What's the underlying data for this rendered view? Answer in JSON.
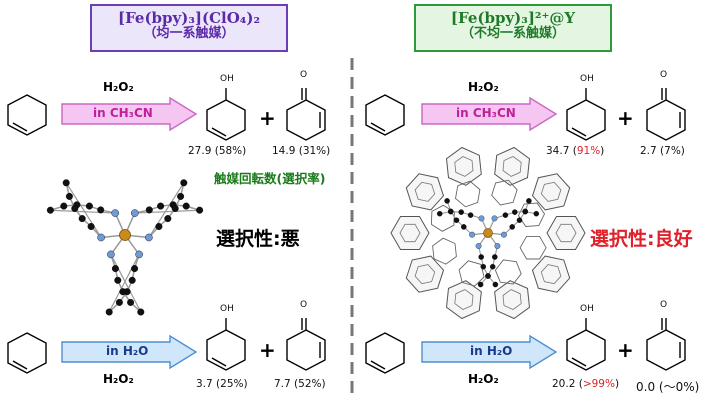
{
  "left": {
    "title_formula": "[Fe(bpy)₃](ClO₄)₂",
    "title_sub": "（均一系触媒）",
    "top_reagent": "H₂O₂",
    "top_solvent": "in CH₃CN",
    "top_alcohol": "27.9 (58%)",
    "top_ketone": "14.9 (31%)",
    "bottom_solvent": "in H₂O",
    "bottom_reagent": "H₂O₂",
    "bottom_alcohol": "3.7 (25%)",
    "bottom_ketone": "7.7 (52%)",
    "ton_label": "触媒回転数(選択率)",
    "selectivity": "選択性:悪"
  },
  "right": {
    "title_formula": "[Fe(bpy)₃]²⁺@Y",
    "title_sub": "（不均一系触媒）",
    "top_reagent": "H₂O₂",
    "top_solvent": "in CH₃CN",
    "top_alcohol_value": "34.7 (",
    "top_alcohol_pct": "91%",
    "top_alcohol_close": ")",
    "top_ketone": "2.7 (7%)",
    "bottom_solvent": "in H₂O",
    "bottom_reagent": "H₂O₂",
    "bottom_alcohol_value": "20.2 (",
    "bottom_alcohol_pct": ">99%",
    "bottom_alcohol_close": ")",
    "bottom_ketone": "0.0 (～0%)",
    "selectivity": "選択性:良好"
  },
  "atom_oh": "OH",
  "atom_o": "O",
  "plus": "+",
  "colors": {
    "left_title_border": "#6a3fb5",
    "left_title_fill": "#ece6fb",
    "right_title_border": "#2f9a3a",
    "right_title_fill": "#e4f6e2",
    "pink_arrow": "#f6c6f2",
    "pink_arrow_border": "#c868c0",
    "pink_text": "#c0209a",
    "blue_arrow": "#cfe6fb",
    "blue_arrow_border": "#4f8fcf",
    "blue_text": "#1a3a8a",
    "good_red": "#e0202a"
  }
}
